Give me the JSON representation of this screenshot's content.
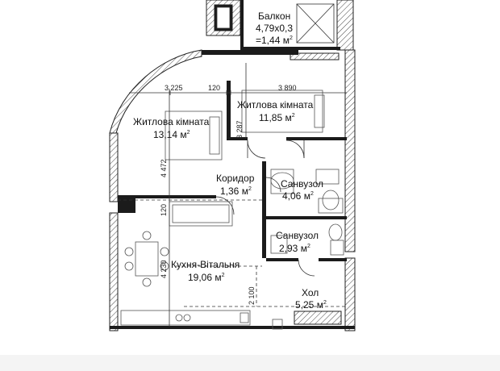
{
  "rooms": [
    {
      "key": "balcony",
      "name": "Балкон",
      "dims": "4,79х0,3",
      "area": "=1,44 м",
      "area_sup": "2"
    },
    {
      "key": "living1",
      "name": "Житлова кімната",
      "area": "13,14 м",
      "area_sup": "2"
    },
    {
      "key": "living2",
      "name": "Житлова кімната",
      "area": "11,85 м",
      "area_sup": "2"
    },
    {
      "key": "corridor",
      "name": "Коридор",
      "area": "1,36 м",
      "area_sup": "2"
    },
    {
      "key": "bath1",
      "name": "Санвузол",
      "area": "4,06 м",
      "area_sup": "2"
    },
    {
      "key": "bath2",
      "name": "Санвузол",
      "area": "2,93 м",
      "area_sup": "2"
    },
    {
      "key": "kitchen",
      "name": "Кухня-Вітальня",
      "area": "19,06 м",
      "area_sup": "2"
    },
    {
      "key": "hall",
      "name": "Хол",
      "area": "5,25 м",
      "area_sup": "2"
    }
  ],
  "dimensions": {
    "top_left": "3 225",
    "top_mid": "120",
    "top_right": "3 890",
    "vert_bedroom": "3 287",
    "vert_left": "4 472",
    "vert_120": "120",
    "vert_kitchen": "4 230",
    "vert_hall": "2 100"
  }
}
